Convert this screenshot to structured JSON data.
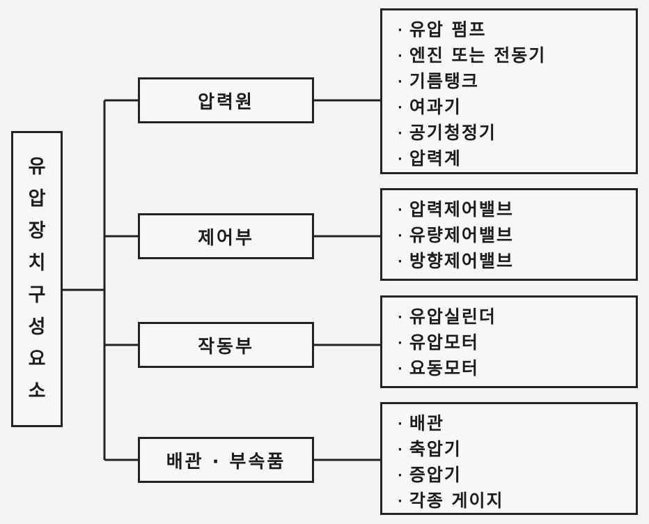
{
  "root": {
    "label": "유압장치구성요소",
    "chars": [
      "유",
      "압",
      "장",
      "치",
      "구",
      "성",
      "요",
      "소"
    ]
  },
  "bullet": "·",
  "groups": [
    {
      "label": "압력원",
      "items": [
        "유압 펌프",
        "엔진 또는 전동기",
        "기름탱크",
        "여과기",
        "공기청정기",
        "압력계"
      ]
    },
    {
      "label": "제어부",
      "items": [
        "압력제어밸브",
        "유량제어밸브",
        "방향제어밸브"
      ]
    },
    {
      "label": "작동부",
      "items": [
        "유압실린더",
        "유압모터",
        "요동모터"
      ]
    },
    {
      "label": "배관 · 부속품",
      "items": [
        "배관",
        "축압기",
        "증압기",
        "각종 게이지"
      ]
    }
  ],
  "colors": {
    "line": "#222222",
    "background": "#f4f4f2"
  }
}
